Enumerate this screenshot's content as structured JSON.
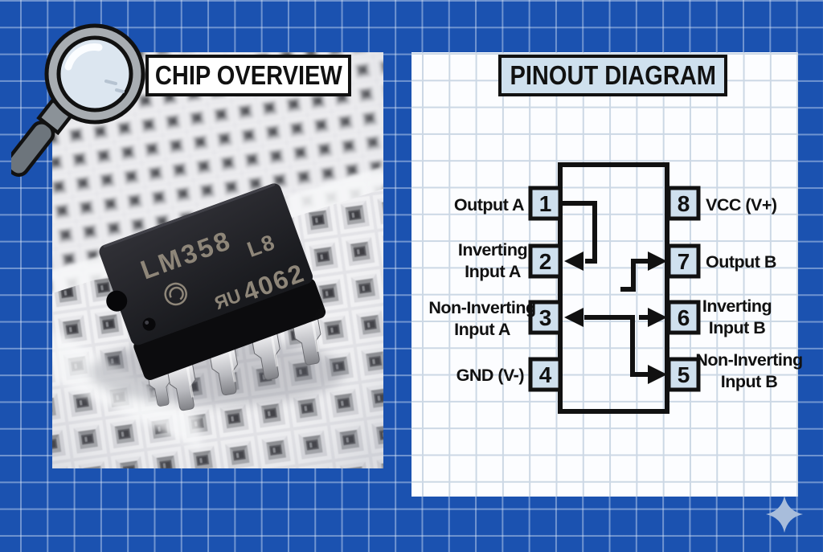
{
  "chip_overview": {
    "title": "CHIP OVERVIEW",
    "chip_markings": {
      "part_number": "LM358",
      "ul_mark": "ЯU",
      "suffix": "L8",
      "date_code": "4062"
    }
  },
  "pinout": {
    "title": "PINOUT DIAGRAM",
    "pins_left": [
      {
        "number": "1",
        "lines": [
          "Output A"
        ]
      },
      {
        "number": "2",
        "lines": [
          "Inverting",
          "Input A"
        ]
      },
      {
        "number": "3",
        "lines": [
          "Non-Inverting",
          "Input A"
        ]
      },
      {
        "number": "4",
        "lines": [
          "GND (V-)"
        ]
      }
    ],
    "pins_right": [
      {
        "number": "8",
        "lines": [
          "VCC (V+)"
        ]
      },
      {
        "number": "7",
        "lines": [
          "Output B"
        ]
      },
      {
        "number": "6",
        "lines": [
          "Inverting",
          "Input B"
        ]
      },
      {
        "number": "5",
        "lines": [
          "Non-Inverting",
          "Input B"
        ]
      }
    ]
  },
  "icons": {
    "magnifier": "magnifier-icon",
    "sparkle": "sparkle-icon"
  },
  "colors": {
    "background_blue": "#1b52b0",
    "panel_white": "#fcfdff",
    "accent_light_blue": "#cfe0ee",
    "outline_black": "#111111",
    "sparkle_blue": "#a8bddb"
  }
}
